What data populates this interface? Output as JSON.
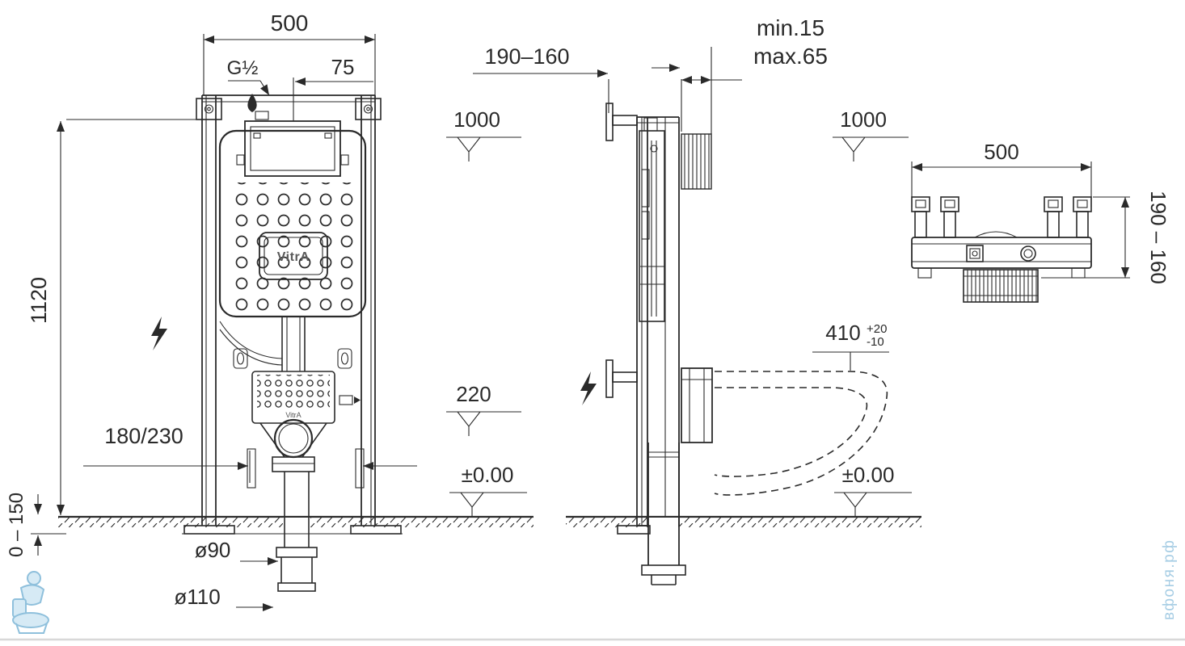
{
  "brand": {
    "name": "VitrA"
  },
  "watermark": {
    "text": "вфоня.рф"
  },
  "front_view": {
    "width": "500",
    "inlet": "G½",
    "inlet_offset": "75",
    "height": "1120",
    "level_flush_plate": "1000",
    "level_outlet": "220",
    "level_floor": "±0.00",
    "fixing_distance": "180/230",
    "feet_adjust": "0 – 150",
    "drain_dia_small": "ø90",
    "drain_dia_large": "ø110"
  },
  "side_view": {
    "depth": "190–160",
    "wall_min": "min.15",
    "wall_max": "max.65",
    "level_flush_plate": "1000",
    "bowl_height": "410",
    "bowl_height_tol_plus": "+20",
    "bowl_height_tol_minus": "-10",
    "level_floor": "±0.00"
  },
  "top_view": {
    "width": "500",
    "depth": "190 – 160"
  }
}
